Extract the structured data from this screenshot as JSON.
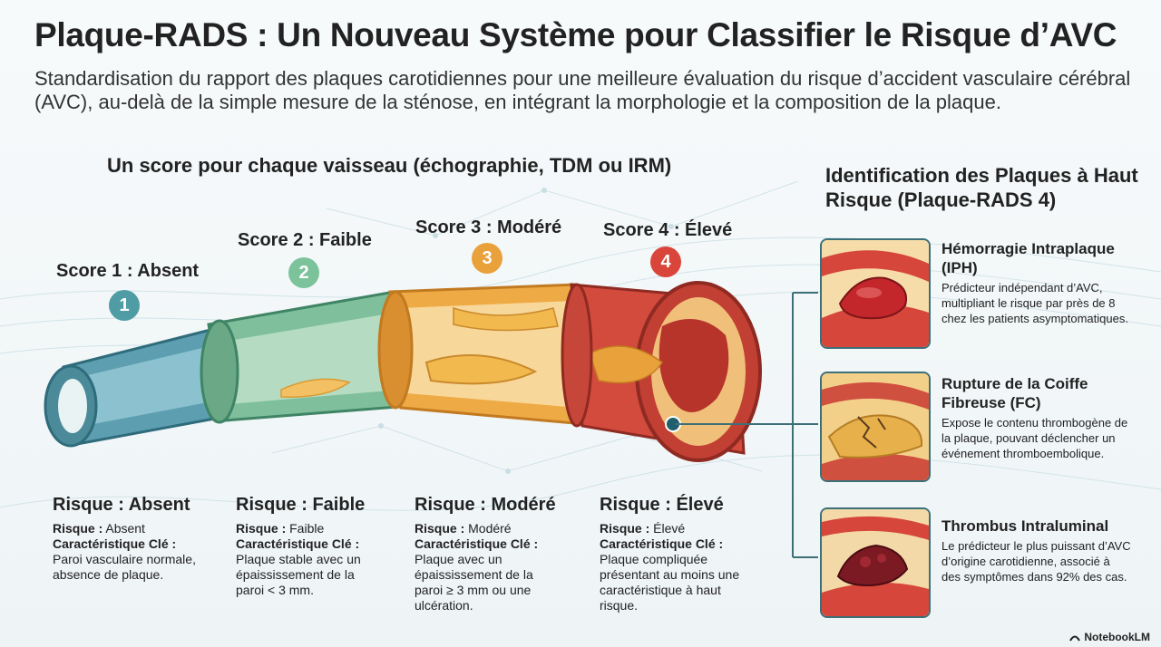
{
  "header": {
    "title": "Plaque-RADS : Un Nouveau Système pour Classifier le Risque d’AVC",
    "subtitle": "Standardisation du rapport des plaques carotidiennes pour une meilleure évaluation du risque d’accident vasculaire cérébral (AVC), au-delà de la simple mesure de la sténose, en intégrant la morphologie et la composition de la plaque."
  },
  "section_title": "Un score pour chaque vaisseau (échographie, TDM ou IRM)",
  "scores": [
    {
      "label": "Score 1 : Absent",
      "number": "1",
      "color": "#4f9ca5",
      "risk_title": "Risque : Absent",
      "risk_label": "Risque :",
      "risk_value": "Absent",
      "key_label": "Caractéristique Clé :",
      "desc": "Paroi vasculaire normale, absence de plaque."
    },
    {
      "label": "Score 2 : Faible",
      "number": "2",
      "color": "#7cc29a",
      "risk_title": "Risque : Faible",
      "risk_label": "Risque :",
      "risk_value": "Faible",
      "key_label": "Caractéristique Clé :",
      "desc": "Plaque stable avec un épaississement de la paroi < 3 mm."
    },
    {
      "label": "Score 3 : Modéré",
      "number": "3",
      "color": "#e9a13b",
      "risk_title": "Risque : Modéré",
      "risk_label": "Risque :",
      "risk_value": "Modéré",
      "key_label": "Caractéristique Clé :",
      "desc": "Plaque avec un épaississement de la paroi ≥ 3 mm ou une ulcération."
    },
    {
      "label": "Score 4 : Élevé",
      "number": "4",
      "color": "#d9453a",
      "risk_title": "Risque : Élevé",
      "risk_label": "Risque :",
      "risk_value": "Élevé",
      "key_label": "Caractéristique Clé :",
      "desc": "Plaque compliquée présentant au moins une caractéristique à haut risque."
    }
  ],
  "high_risk": {
    "title": "Identification des Plaques à Haut Risque (Plaque-RADS 4)",
    "items": [
      {
        "title": "Hémorragie Intraplaque (IPH)",
        "desc": "Prédicteur indépendant d’AVC, multipliant le risque par près de 8 chez les patients asymptomatiques."
      },
      {
        "title": "Rupture de la Coiffe Fibreuse (FC)",
        "desc": "Expose le contenu thrombogène de la plaque, pouvant déclencher un événement thromboembolique."
      },
      {
        "title": "Thrombus Intraluminal",
        "desc": "Le prédicteur le plus puissant d’AVC d’origine carotidienne, associé à des symptômes dans 92% des cas."
      }
    ]
  },
  "brand": "NotebookLM"
}
